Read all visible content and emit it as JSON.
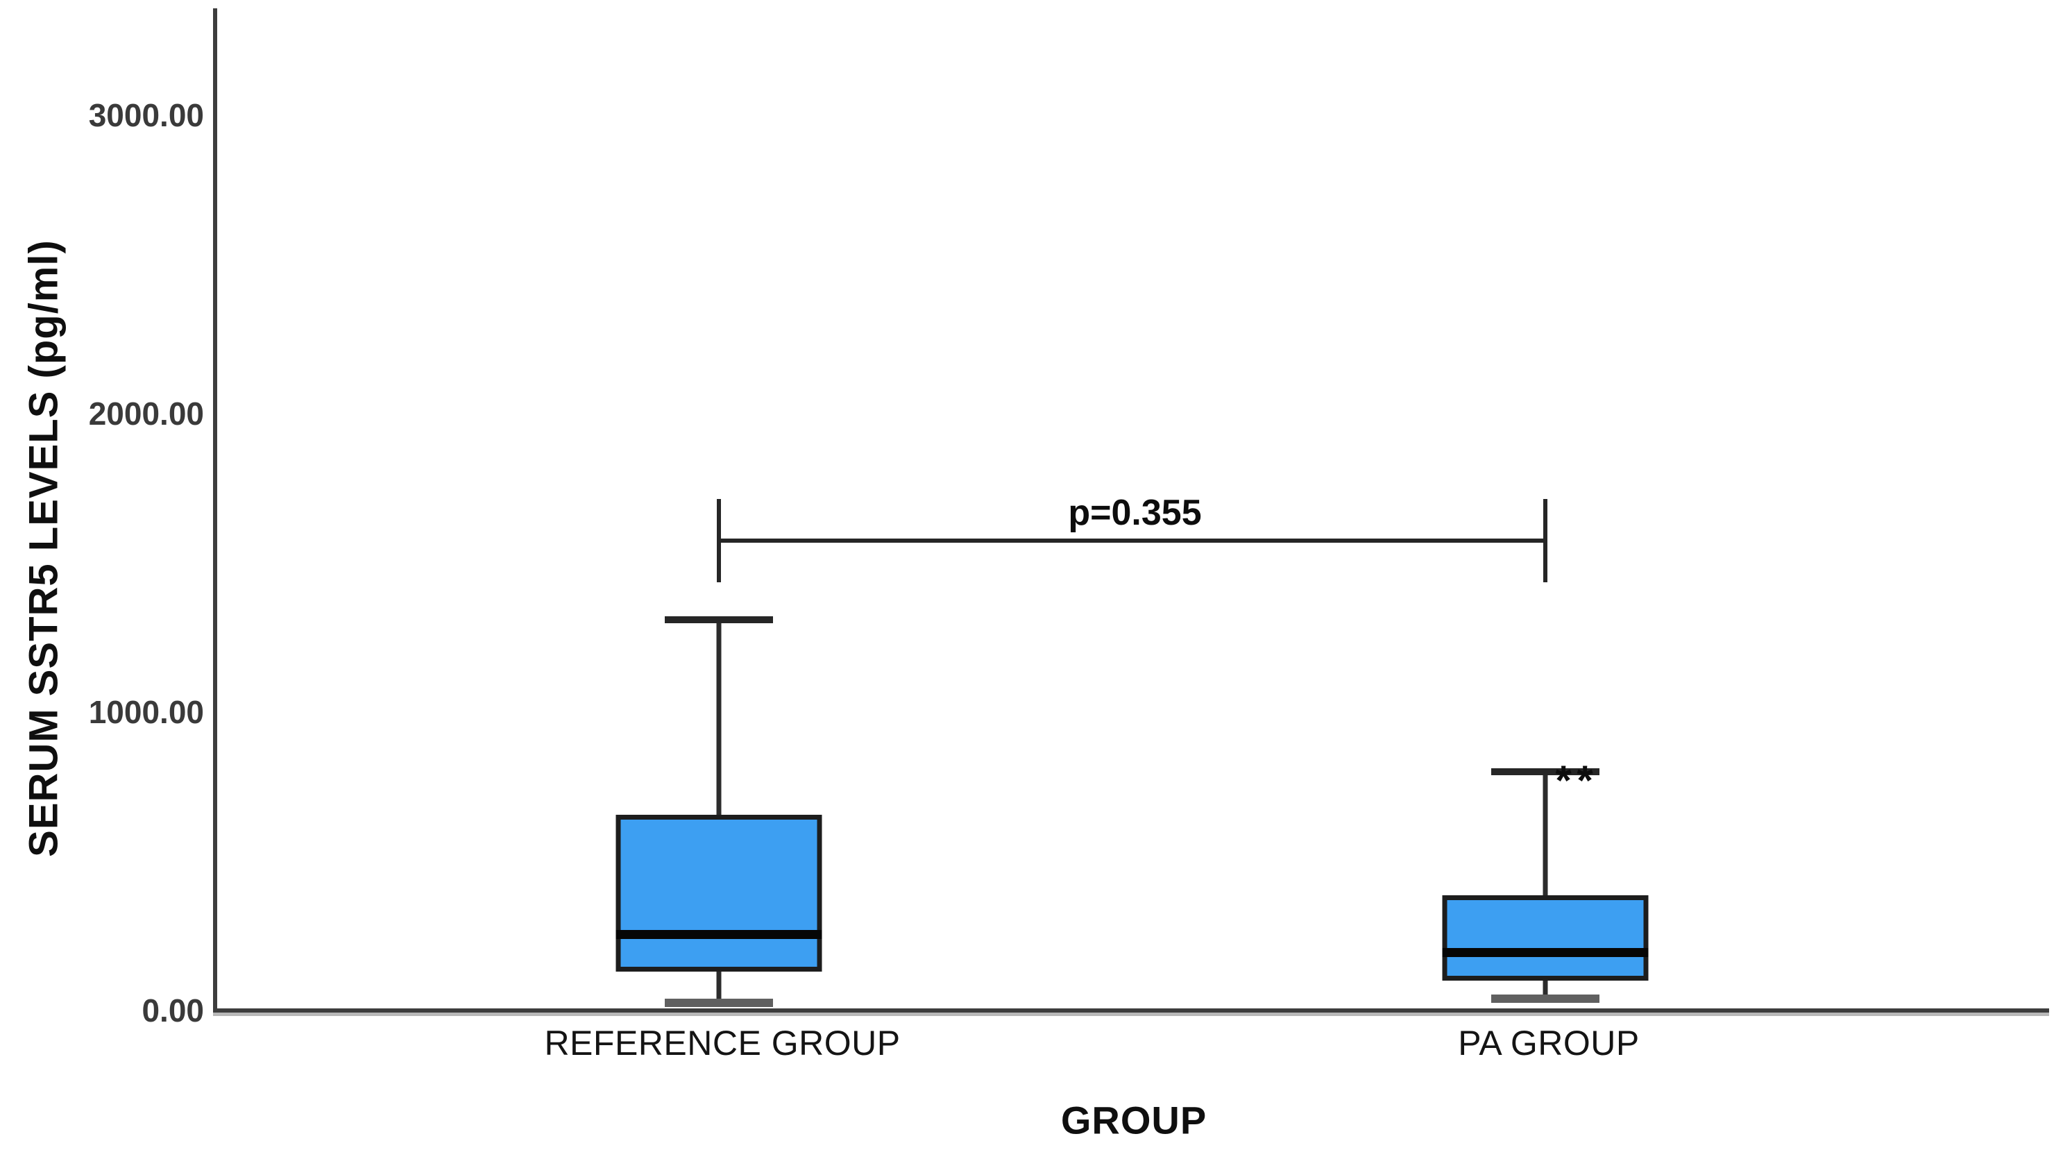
{
  "figure": {
    "background": "#ffffff",
    "axis_color": "#3d3d3d"
  },
  "chart_data": {
    "type": "boxplot",
    "title": "",
    "xlabel": "GROUP",
    "ylabel": "SERUM SSTR5 LEVELS (pg/ml)",
    "ylim": [
      0,
      3360
    ],
    "grid": false,
    "y_ticks": [
      {
        "label": "0.00",
        "value": 0
      },
      {
        "label": "1000.00",
        "value": 1000
      },
      {
        "label": "2000.00",
        "value": 2000
      },
      {
        "label": "3000.00",
        "value": 3000
      }
    ],
    "groups": [
      {
        "label": "REFERENCE GROUP",
        "whisker_min": 25,
        "q1": 130,
        "median": 255,
        "q3": 655,
        "whisker_max": 1310,
        "outliers": []
      },
      {
        "label": "PA GROUP",
        "whisker_min": 40,
        "q1": 100,
        "median": 195,
        "q3": 385,
        "whisker_max": 800,
        "outliers": [
          800,
          800
        ],
        "outlier_marker": "*"
      }
    ],
    "annotation": {
      "label": "p=0.355",
      "y_value": 1575,
      "connects": [
        0,
        1
      ]
    },
    "colors": {
      "box_fill": "#3d9ff2",
      "box_border": "#1d1d1d",
      "median": "#060606",
      "whisker": "#2c2c2c",
      "cap_top": "#262626",
      "cap_bottom": "#606060",
      "tick_text": "#3a3a3a",
      "label_text": "#0f0f0f"
    }
  }
}
